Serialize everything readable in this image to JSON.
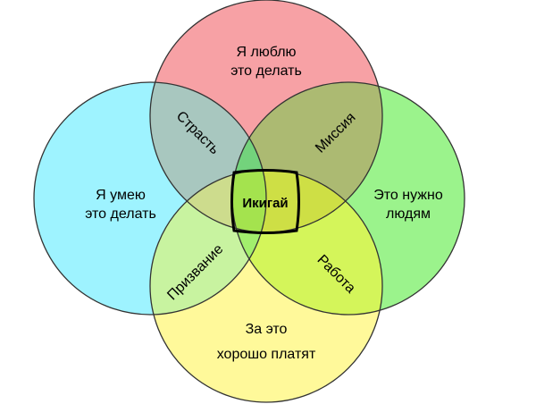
{
  "colors": {
    "top_circle": "#f7a1a5",
    "left_circle": "#9ef3ff",
    "right_circle": "#9bf38c",
    "bottom_circle": "#fff99a",
    "passion": "#a8c7bf",
    "mission": "#acba72",
    "vocation": "#c8f3a0",
    "profession": "#d4f55a",
    "top_core": "#73d37c",
    "left_core": "#cddc8d",
    "right_core": "#cedf45",
    "bottom_core": "#a2ef6d",
    "ikigai": "#a4e34e",
    "outline": "#333333"
  },
  "circles": {
    "love": [
      "Я люблю",
      "это делать"
    ],
    "good_at": [
      "Я умею",
      "это делать"
    ],
    "world_needs": [
      "Это нужно",
      "людям"
    ],
    "paid_for": [
      "За это",
      "хорошо платят"
    ]
  },
  "overlaps": {
    "passion": "Страсть",
    "mission": "Миссия",
    "vocation": "Призвание",
    "profession": "Работа"
  },
  "center": "Икигай"
}
